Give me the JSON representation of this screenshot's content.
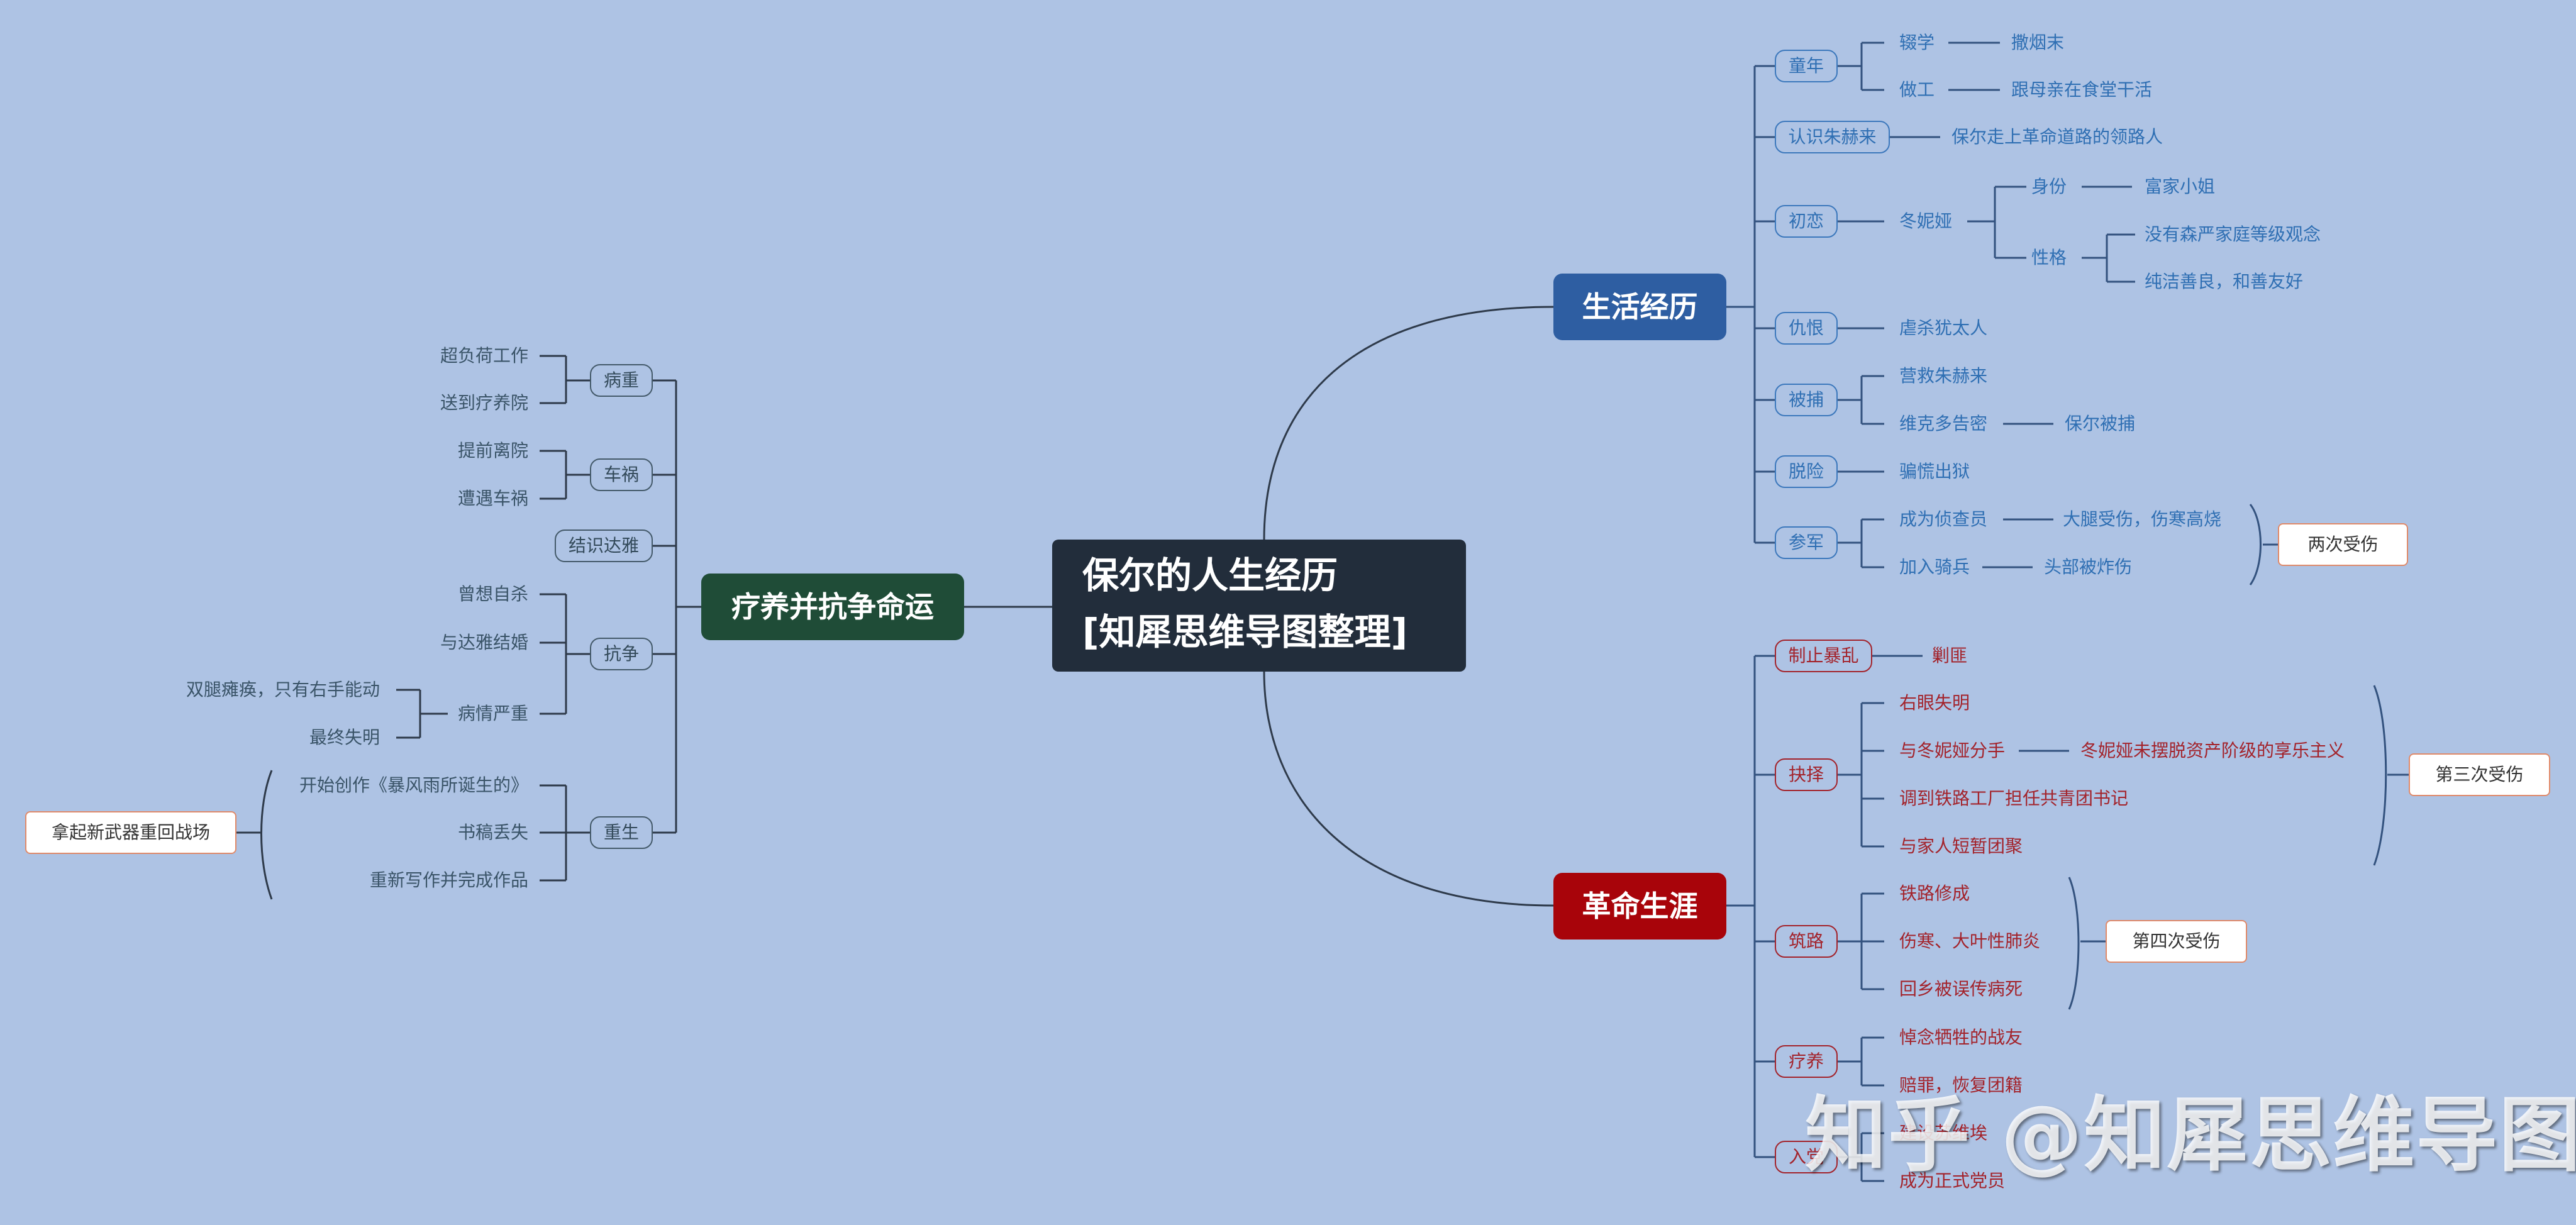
{
  "center": {
    "line1": "保尔的人生经历",
    "line2": "[知犀思维导图整理]"
  },
  "colors": {
    "background": "#AEC3E4",
    "center": "#222D3B",
    "life": "#2E5EA2",
    "revolution": "#A8040A",
    "recovery": "#1F4C37"
  },
  "branches": {
    "life": {
      "title": "生活经历",
      "childhood": {
        "label": "童年",
        "dropout": "辍学",
        "dropout_detail": "撒烟末",
        "work": "做工",
        "work_detail": "跟母亲在食堂干活"
      },
      "zhuhelai": {
        "label": "认识朱赫来",
        "detail": "保尔走上革命道路的领路人"
      },
      "first_love": {
        "label": "初恋",
        "name": "冬妮娅",
        "identity": "身份",
        "identity_detail": "富家小姐",
        "character": "性格",
        "character_detail_1": "没有森严家庭等级观念",
        "character_detail_2": "纯洁善良，和善友好"
      },
      "hatred": {
        "label": "仇恨",
        "detail": "虐杀犹太人"
      },
      "arrest": {
        "label": "被捕",
        "rescue": "营救朱赫来",
        "betray": "维克多告密",
        "result": "保尔被捕"
      },
      "escape": {
        "label": "脱险",
        "detail": "骗慌出狱"
      },
      "army": {
        "label": "参军",
        "scout": "成为侦查员",
        "scout_detail": "大腿受伤，伤寒高烧",
        "cavalry": "加入骑兵",
        "cavalry_detail": "头部被炸伤",
        "summary": "两次受伤"
      }
    },
    "revolution": {
      "title": "革命生涯",
      "riot": {
        "label": "制止暴乱",
        "detail": "剿匪"
      },
      "choice": {
        "label": "抉择",
        "item1": "右眼失明",
        "item2": "与冬妮娅分手",
        "item2_detail": "冬妮娅未摆脱资产阶级的享乐主义",
        "item3": "调到铁路工厂担任共青团书记",
        "item4": "与家人短暂团聚",
        "summary": "第三次受伤"
      },
      "railway": {
        "label": "筑路",
        "item1": "铁路修成",
        "item2": "伤寒、大叶性肺炎",
        "item3": "回乡被误传病死",
        "summary": "第四次受伤"
      },
      "recuperate": {
        "label": "疗养",
        "item1": "悼念牺牲的战友",
        "item2": "赔罪，恢复团籍"
      },
      "join_party": {
        "label": "入党",
        "item1": "建设苏维埃",
        "item2": "成为正式党员"
      }
    },
    "recovery": {
      "title": "疗养并抗争命运",
      "illness": {
        "label": "病重",
        "item1": "超负荷工作",
        "item2": "送到疗养院"
      },
      "accident": {
        "label": "车祸",
        "item1": "提前离院",
        "item2": "遭遇车祸"
      },
      "daya": {
        "label": "结识达雅"
      },
      "struggle": {
        "label": "抗争",
        "item1": "曾想自杀",
        "item2": "与达雅结婚",
        "item3": "病情严重",
        "item3_detail_1": "双腿瘫痪，只有右手能动",
        "item3_detail_2": "最终失明"
      },
      "rebirth": {
        "label": "重生",
        "item1": "开始创作《暴风雨所诞生的》",
        "item2": "书稿丢失",
        "item3": "重新写作并完成作品",
        "summary": "拿起新武器重回战场"
      }
    }
  },
  "watermark": "知乎 @知犀思维导图"
}
